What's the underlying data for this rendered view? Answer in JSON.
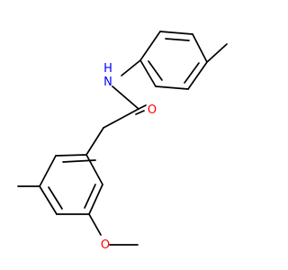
{
  "molecule": {
    "atoms": {
      "nitrogen": "N",
      "hydrogen": "H",
      "carbonyl_oxygen": "O",
      "ether_oxygen": "O"
    },
    "colors": {
      "bond": "#000000",
      "nitrogen": "#0000ff",
      "oxygen": "#ff0000",
      "carbon": "#000000"
    }
  }
}
